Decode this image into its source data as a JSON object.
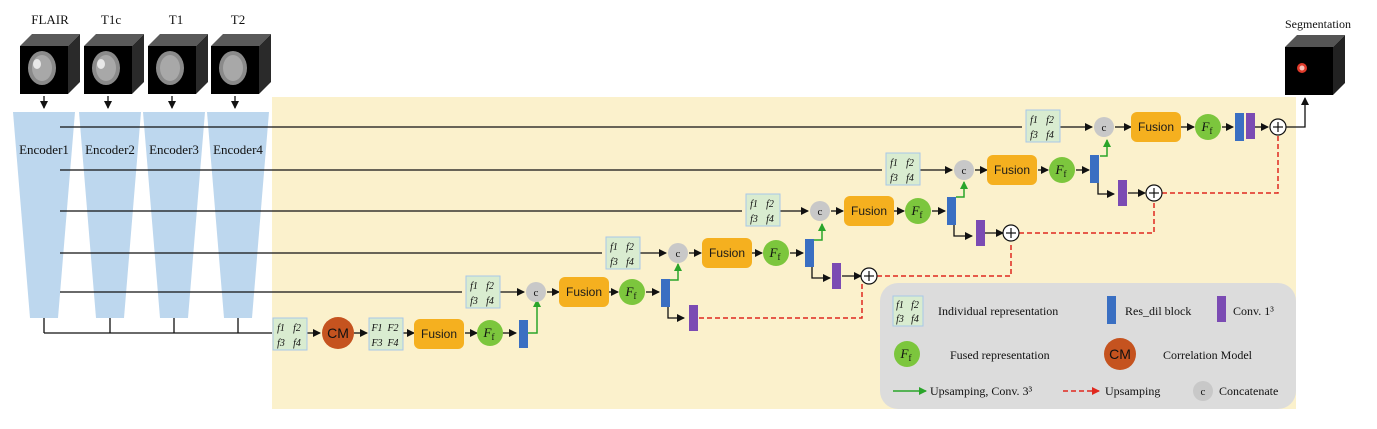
{
  "modalities": [
    "FLAIR",
    "T1c",
    "T1",
    "T2"
  ],
  "encoders": [
    "Encoder1",
    "Encoder2",
    "Encoder3",
    "Encoder4"
  ],
  "output_label": "Segmentation",
  "fusion_label": "Fusion",
  "cm_label": "CM",
  "concat_label": "c",
  "ff_main": "F",
  "ff_sub": "f",
  "feature_labels": [
    "f1",
    "f2",
    "f3",
    "f4"
  ],
  "upper_feature_labels": [
    "F1",
    "F2",
    "F3",
    "F4"
  ],
  "legend": {
    "individual": "Individual representation",
    "res_dil": "Res_dil block",
    "conv1": "Conv. 1³",
    "fused": "Fused representation",
    "correlation": "Correlation Model",
    "upsampling_conv": "Upsamping, Conv. 3³",
    "upsampling": "Upsamping",
    "concatenate": "Concatenate"
  },
  "colors": {
    "background_panel": "#fbf1cc",
    "encoder": "#bdd7ee",
    "fusion": "#f5b01f",
    "ff": "#7cc63d",
    "cm": "#c5531f",
    "res_dil": "#3a6fc2",
    "conv1": "#7b4bb3",
    "concat": "#c8c8c8",
    "green_arrow": "#2aa52a",
    "red_arrow": "#e0281e",
    "legend_bg": "#dcdcdc"
  }
}
